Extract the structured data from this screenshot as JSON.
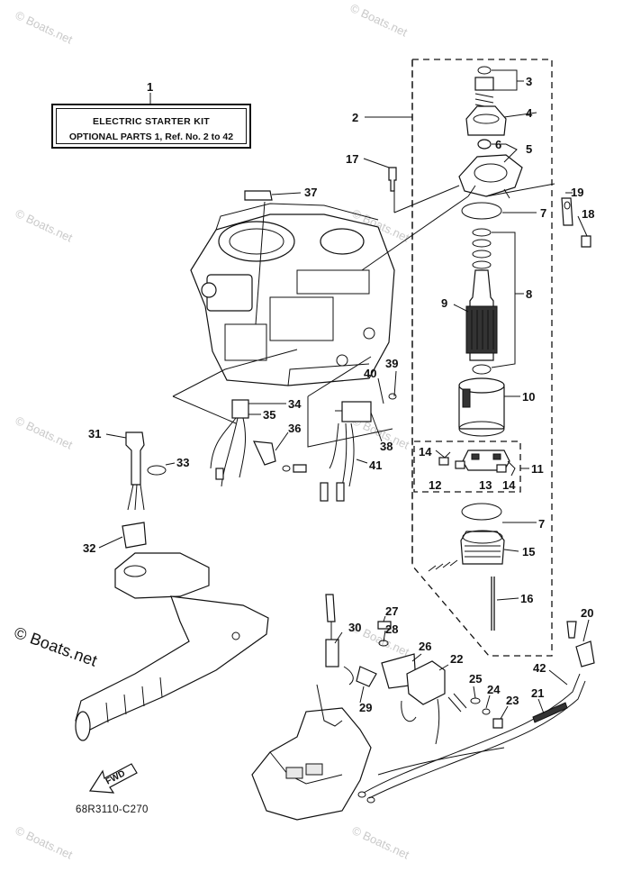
{
  "title_box": {
    "line1": "ELECTRIC  STARTER  KIT",
    "line2": "OPTIONAL PARTS 1,  Ref. No. 2 to 42"
  },
  "diagram_code": "68R3110-C270",
  "copyright": "© Boats.net",
  "watermark_text": "© Boats.net",
  "fwd_arrow_label": "FWD",
  "callouts": [
    "1",
    "2",
    "3",
    "4",
    "5",
    "6",
    "7",
    "8",
    "9",
    "10",
    "11",
    "12",
    "13",
    "14",
    "15",
    "16",
    "17",
    "18",
    "19",
    "20",
    "21",
    "22",
    "23",
    "24",
    "25",
    "26",
    "27",
    "28",
    "29",
    "30",
    "31",
    "32",
    "33",
    "34",
    "35",
    "36",
    "37",
    "38",
    "39",
    "40",
    "41",
    "42"
  ],
  "colors": {
    "ink": "#111111",
    "paper": "#ffffff",
    "watermark": "#c9c9c9"
  }
}
